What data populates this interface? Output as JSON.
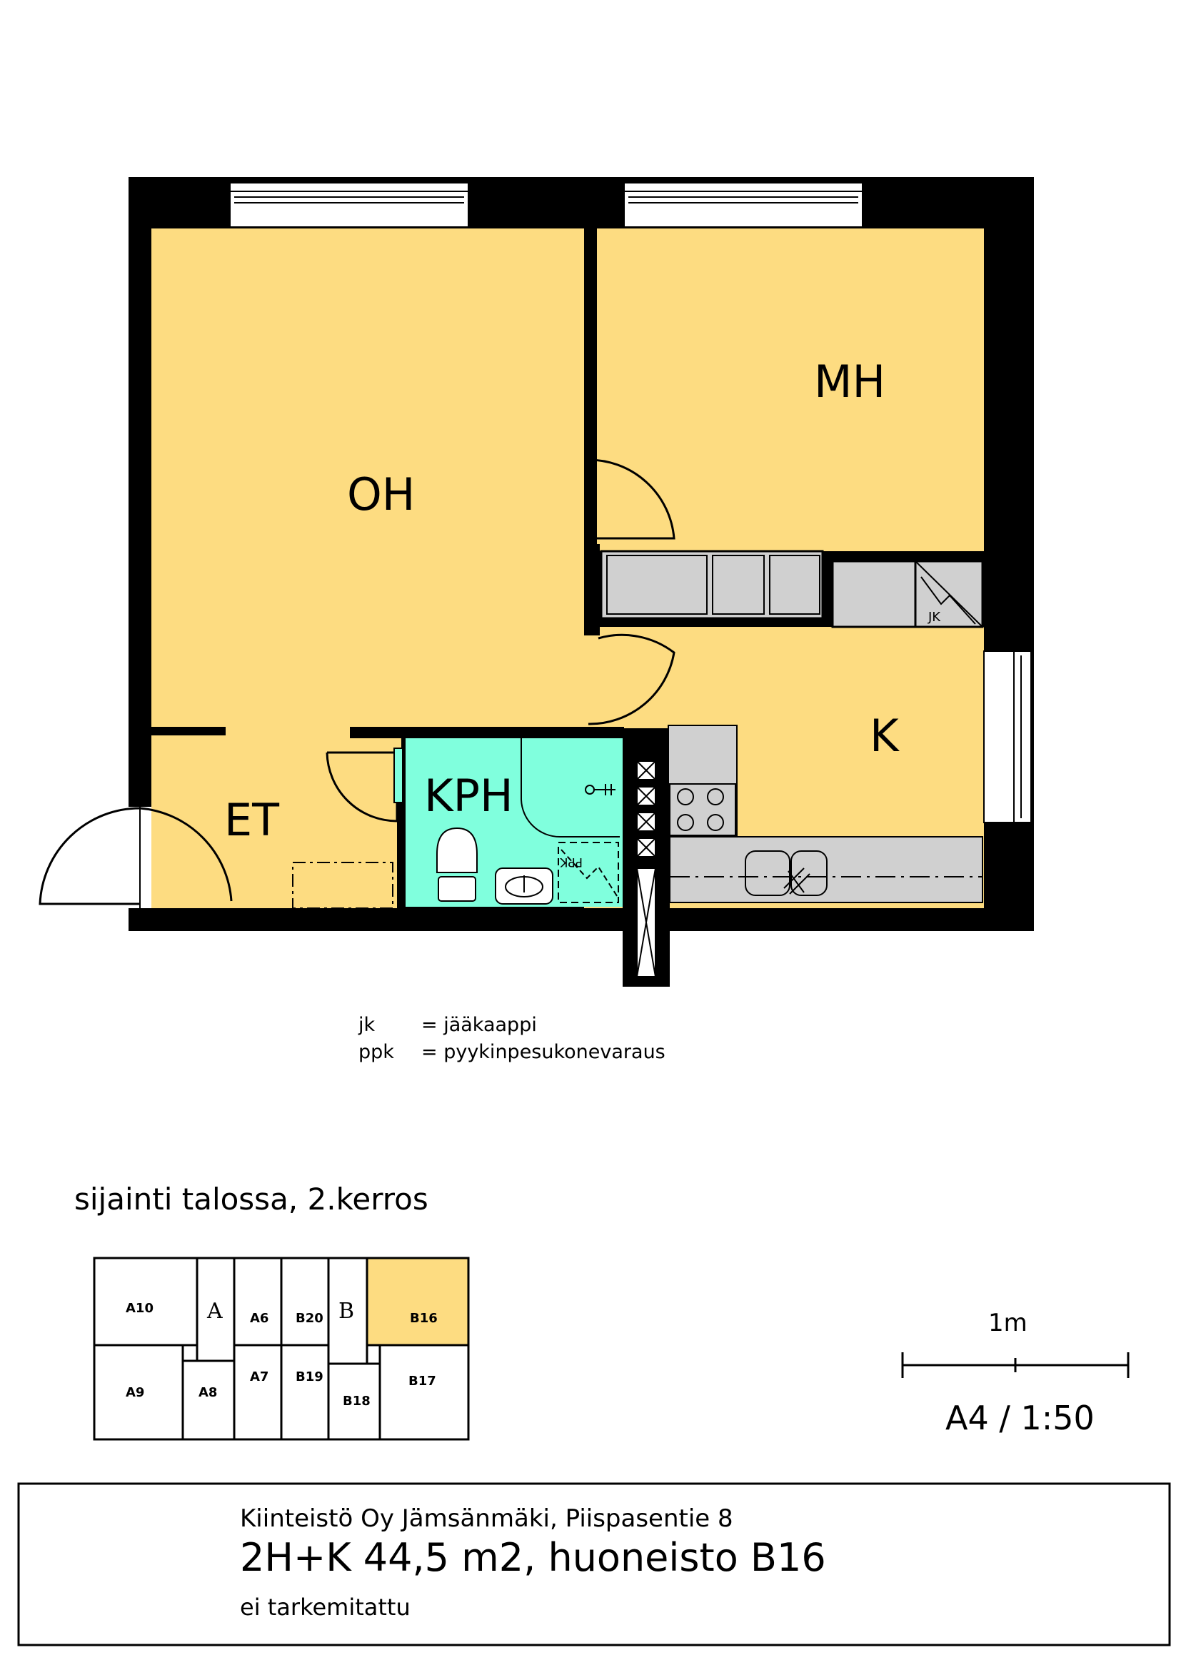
{
  "rooms": {
    "oh": "OH",
    "mh": "MH",
    "k": "K",
    "et": "ET",
    "kph": "KPH"
  },
  "fixtures": {
    "fridge": "JK",
    "washer": "PPK"
  },
  "legend": [
    {
      "code": "jk",
      "desc": "= jääkaappi"
    },
    {
      "code": "ppk",
      "desc": "= pyykinpesukonevaraus"
    }
  ],
  "location": {
    "heading": "sijainti talossa, 2.kerros",
    "cells": [
      "A10",
      "A",
      "A6",
      "B20",
      "B",
      "B16",
      "A9",
      "A8",
      "A7",
      "B19",
      "B18",
      "B17"
    ],
    "highlighted": "B16",
    "highlight_color": "#FDDC81"
  },
  "scale": {
    "bar_label": "1m",
    "ratio": "A4 / 1:50"
  },
  "title_block": {
    "line1": "Kiinteistö Oy Jämsänmäki, Piispasentie 8",
    "line2": "2H+K 44,5 m2, huoneisto B16",
    "line3": "ei tarkemitattu"
  },
  "colors": {
    "room_fill": "#FDDC81",
    "bath_fill": "#80FFDD",
    "fixture_fill": "#D0D0D0",
    "wall": "#000000"
  }
}
